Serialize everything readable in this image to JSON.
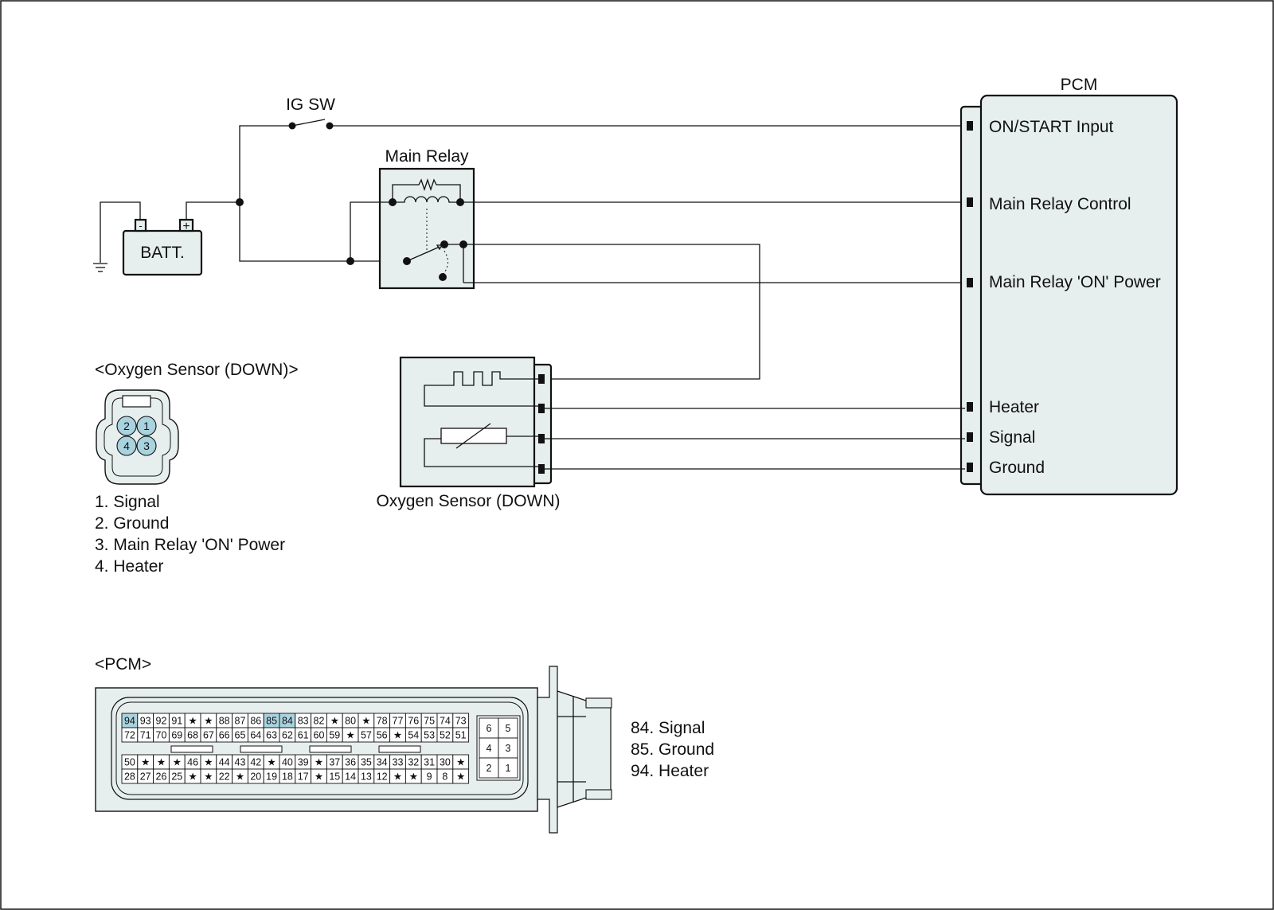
{
  "labels": {
    "ig_sw": "IG SW",
    "main_relay": "Main Relay",
    "batt": "BATT.",
    "batt_neg": "-",
    "batt_pos": "+",
    "pcm": "PCM",
    "o2_title": "<Oxygen Sensor (DOWN)>",
    "o2_caption": "Oxygen Sensor (DOWN)",
    "pcm_title": "<PCM>"
  },
  "pcm_pins": [
    "ON/START Input",
    "Main Relay Control",
    "Main Relay 'ON' Power",
    "Heater",
    "Signal",
    "Ground"
  ],
  "o2_connector": {
    "pins": [
      "2",
      "1",
      "4",
      "3"
    ],
    "legend": [
      "1. Signal",
      "2. Ground",
      "3. Main Relay 'ON' Power",
      "4. Heater"
    ]
  },
  "pcm_connector": {
    "rows": [
      [
        "94",
        "93",
        "92",
        "91",
        "★",
        "★",
        "88",
        "87",
        "86",
        "85",
        "84",
        "83",
        "82",
        "★",
        "80",
        "★",
        "78",
        "77",
        "76",
        "75",
        "74",
        "73"
      ],
      [
        "72",
        "71",
        "70",
        "69",
        "68",
        "67",
        "66",
        "65",
        "64",
        "63",
        "62",
        "61",
        "60",
        "59",
        "★",
        "57",
        "56",
        "★",
        "54",
        "53",
        "52",
        "51"
      ],
      [
        "50",
        "★",
        "★",
        "★",
        "46",
        "★",
        "44",
        "43",
        "42",
        "★",
        "40",
        "39",
        "★",
        "37",
        "36",
        "35",
        "34",
        "33",
        "32",
        "31",
        "30",
        "★"
      ],
      [
        "28",
        "27",
        "26",
        "25",
        "★",
        "★",
        "22",
        "★",
        "20",
        "19",
        "18",
        "17",
        "★",
        "15",
        "14",
        "13",
        "12",
        "★",
        "★",
        "9",
        "8",
        "★"
      ]
    ],
    "highlighted": [
      "94",
      "85",
      "84"
    ],
    "side_block": [
      [
        "6",
        "5"
      ],
      [
        "4",
        "3"
      ],
      [
        "2",
        "1"
      ]
    ],
    "legend": [
      "84. Signal",
      "85. Ground",
      "94. Heater"
    ]
  },
  "colors": {
    "box_fill": "#e7eeee",
    "pin_highlight": "#a9d3df",
    "line": "#111111"
  }
}
